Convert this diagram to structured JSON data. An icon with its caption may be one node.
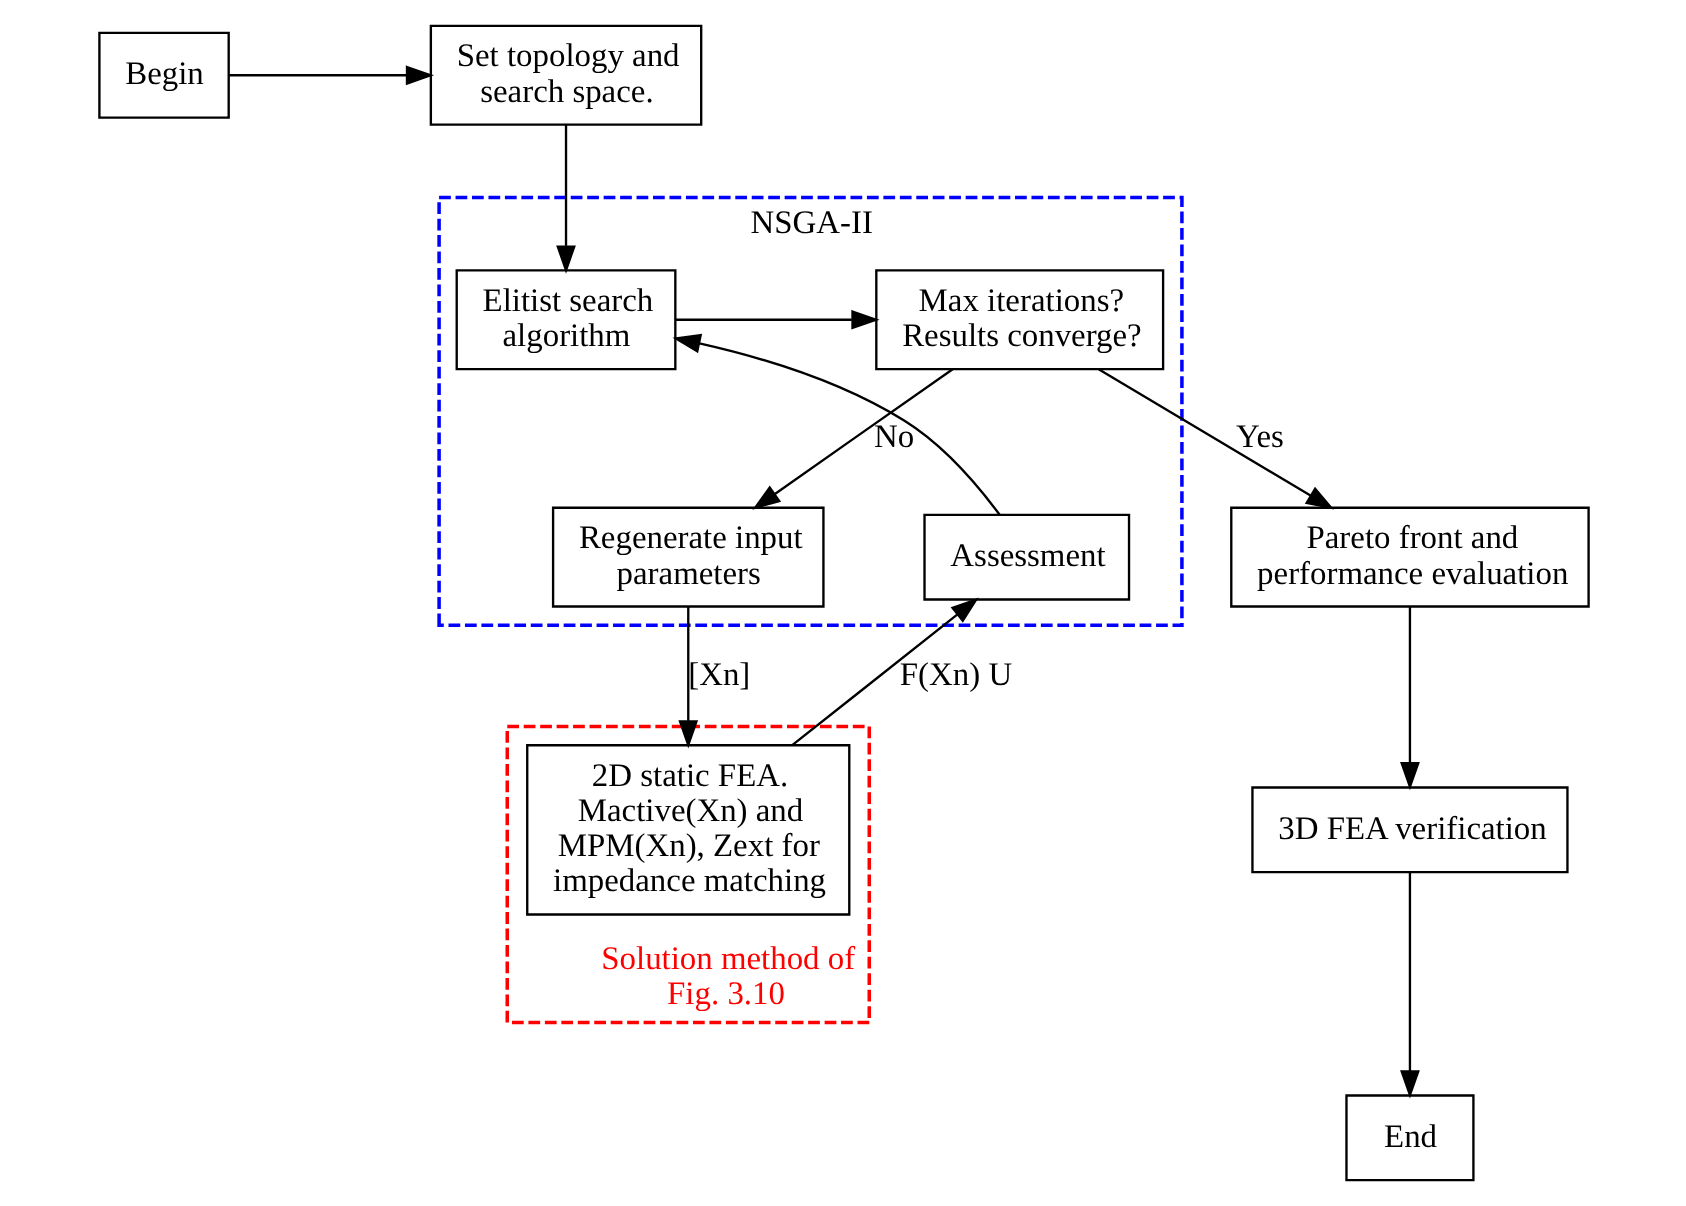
{
  "diagram": {
    "nodes": [
      {
        "text": [
          "Begin"
        ]
      },
      {
        "text": [
          "Set topology and search space."
        ]
      },
      {
        "text": [
          "NSGA-II"
        ]
      },
      {
        "text": [
          "Elitist search algorithm"
        ],
        "in": 2
      },
      {
        "text": [
          "Max iterations? Results converge?"
        ],
        "in": 2
      },
      {
        "text": [
          "Assessment"
        ],
        "in": 2
      },
      {
        "text": [
          "Regenerate input parameters"
        ],
        "in": 2
      },
      {
        "text": [
          "Solution method of Fig. 3.10"
        ]
      },
      {
        "text": [
          "2D static FEA. Mactive(Xn) and MPM(Xn), Zext for impedance matching"
        ],
        "in": 7
      },
      {
        "text": [
          "Pareto front and performance evaluation"
        ]
      },
      {
        "text": [
          "3D FEA verification"
        ]
      },
      {
        "text": [
          "End"
        ]
      }
    ],
    "edges": [
      {
        "from": 0,
        "to": 1,
        "arrow": "to"
      },
      {
        "from": 1,
        "to": 3,
        "arrow": "to"
      },
      {
        "from": 3,
        "to": 4,
        "arrow": "to"
      },
      {
        "from": 4,
        "to": 6,
        "arrow": "to",
        "label": "No"
      },
      {
        "from": 4,
        "to": 9,
        "arrow": "to",
        "label": "Yes"
      },
      {
        "from": 6,
        "to": 8,
        "arrow": "to",
        "label": "[Xn]"
      },
      {
        "from": 8,
        "to": 5,
        "arrow": "to",
        "label": "F(Xn) U"
      },
      {
        "from": 5,
        "to": 3,
        "arrow": "to"
      },
      {
        "from": 9,
        "to": 10,
        "arrow": "to"
      },
      {
        "from": 10,
        "to": 11,
        "arrow": "to"
      }
    ]
  }
}
